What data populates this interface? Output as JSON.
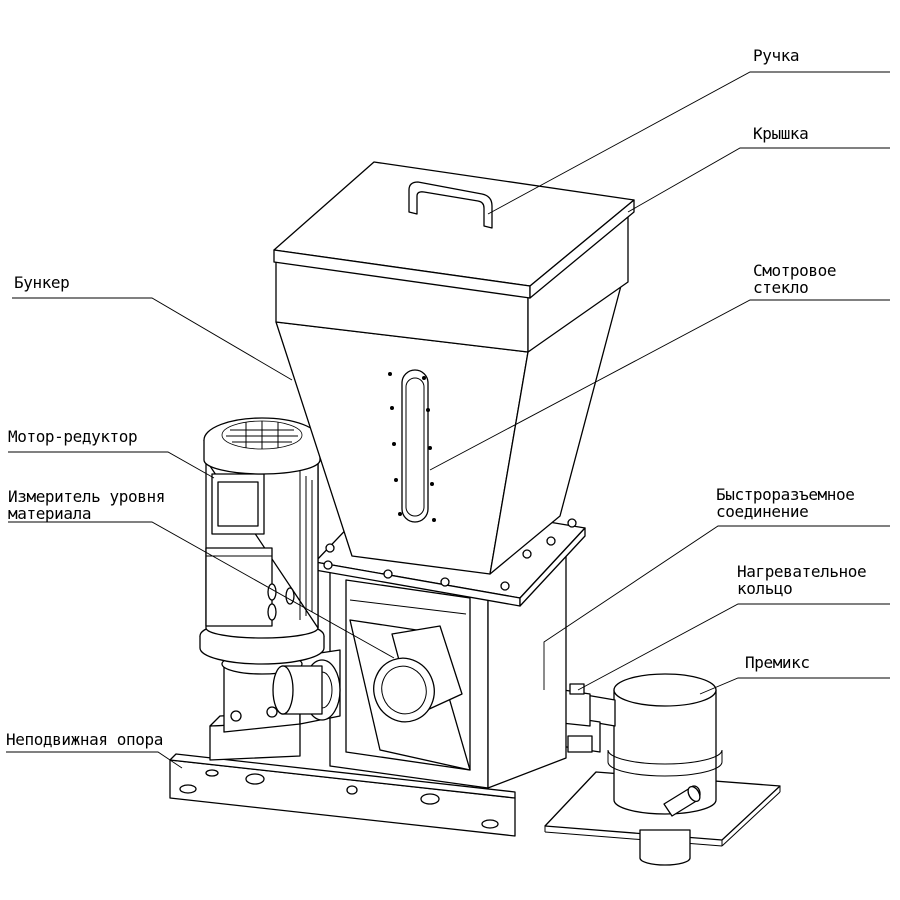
{
  "labels": {
    "handle": "Ручка",
    "lid": "Крышка",
    "sight_glass": [
      "Смотровое",
      "стекло"
    ],
    "hopper": "Бункер",
    "motor_reducer": "Мотор-редуктор",
    "level_meter": [
      "Измеритель уровня",
      "материала"
    ],
    "quick_connector": [
      "Быстроразъемное",
      "соединение"
    ],
    "heating_ring": [
      "Нагревательное",
      "кольцо"
    ],
    "premix": "Премикс",
    "fixed_support": "Неподвижная опора"
  },
  "colors": {
    "line": "#000000",
    "background": "#ffffff"
  }
}
